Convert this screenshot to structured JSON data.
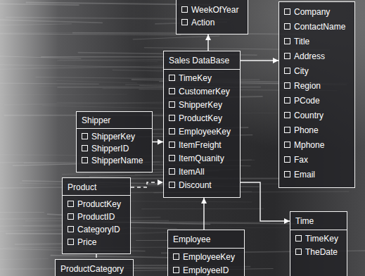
{
  "diagram": {
    "nodes": [
      {
        "text": [
          "WeekOfYear",
          "Action"
        ]
      },
      {
        "text": [
          "Company",
          "ContactName",
          "Title",
          "Address",
          "City",
          "Region",
          "PCode",
          "Country",
          "Phone",
          "Mphone",
          "Fax",
          "Email"
        ]
      },
      {
        "text": [
          "Shipper",
          "ShipperKey",
          "ShipperID",
          "ShipperName"
        ]
      },
      {
        "text": [
          "Sales DataBase",
          "TimeKey",
          "CustomerKey",
          "ShipperKey",
          "ProductKey",
          "EmployeeKey",
          "ItemFreight",
          "ItemQuanity",
          "ItemAll",
          "Discount"
        ]
      },
      {
        "text": [
          "Product",
          "ProductKey",
          "ProductID",
          "CategoryID",
          "Price"
        ]
      },
      {
        "text": [
          "Employee",
          "EmployeeKey",
          "EmployeeID"
        ]
      },
      {
        "text": [
          "Time",
          "TimeKey",
          "TheDate"
        ]
      },
      {
        "text": [
          "ProductCategory"
        ]
      }
    ],
    "edges": [
      {
        "from": 3,
        "to": 0,
        "arrow": "to"
      },
      {
        "from": 3,
        "to": 1,
        "arrow": "to"
      },
      {
        "from": 2,
        "to": 3,
        "arrow": "to"
      },
      {
        "from": 4,
        "to": 3,
        "arrow": "to"
      },
      {
        "from": 5,
        "to": 3,
        "arrow": "to"
      },
      {
        "from": 3,
        "to": 6,
        "arrow": "to"
      },
      {
        "from": 4,
        "to": 7,
        "arrow": "none"
      }
    ]
  }
}
